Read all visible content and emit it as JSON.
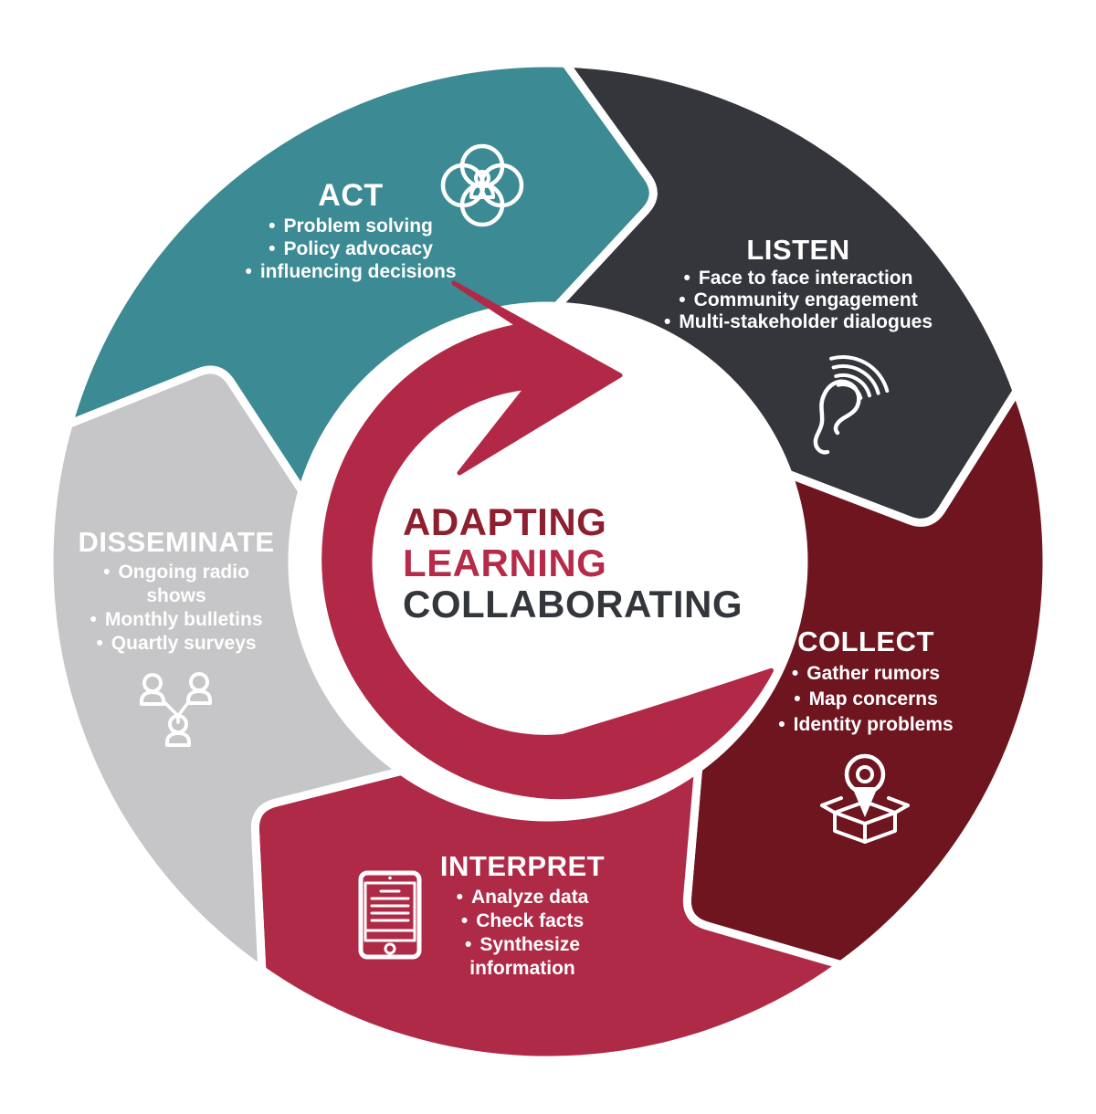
{
  "diagram_title": "Adapting Learning Collaborating cycle",
  "center": {
    "lines": [
      {
        "text": "ADAPTING",
        "color": "#8D1F2F"
      },
      {
        "text": "LEARNING",
        "color": "#B52B49"
      },
      {
        "text": "COLLABORATING",
        "color": "#33363B"
      }
    ],
    "arrow_color": "#B12946"
  },
  "sections": [
    {
      "id": "listen",
      "title": "LISTEN",
      "color": "#34363B",
      "icon": "ear-icon",
      "items": [
        "Face to face interaction",
        "Community engagement",
        "Multi-stakeholder dialogues"
      ]
    },
    {
      "id": "collect",
      "title": "COLLECT",
      "color": "#6E1520",
      "icon": "location-pin-box-icon",
      "items": [
        "Gather rumors",
        "Map concerns",
        "Identity problems"
      ]
    },
    {
      "id": "interpret",
      "title": "INTERPRET",
      "color": "#AF2A47",
      "icon": "tablet-document-icon",
      "items": [
        "Analyze data",
        "Check facts",
        "Synthesize information"
      ]
    },
    {
      "id": "disseminate",
      "title": "DISSEMINATE",
      "color": "#C6C5C7",
      "icon": "people-network-icon",
      "items": [
        "Ongoing radio shows",
        "Monthly bulletins",
        "Quartly surveys"
      ]
    },
    {
      "id": "act",
      "title": "ACT",
      "color": "#3C8A93",
      "icon": "collaboration-flower-icon",
      "items": [
        "Problem solving",
        "Policy advocacy",
        "influencing decisions"
      ]
    }
  ]
}
